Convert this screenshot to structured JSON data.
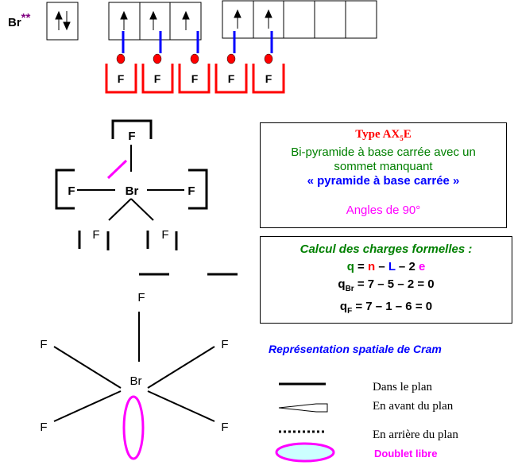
{
  "electron_config": {
    "atom": "Br",
    "charge_mark": "**",
    "ligand_label": "F"
  },
  "type_box": {
    "type": "Type AX5E",
    "type_prefix": "Type AX",
    "type_sub": "5",
    "type_suffix": "E",
    "line1": "Bi-pyramide à base carrée avec un",
    "line2": "sommet manquant",
    "line3": "« pyramide à base carrée »",
    "angles": "Angles de 90°"
  },
  "charges_box": {
    "title": "Calcul des charges formelles :",
    "q": "q",
    "eq": "=",
    "n": "n",
    "minus": "–",
    "L": "L",
    "two": "2",
    "e": "e",
    "qBr_sym": "q",
    "qBr_sub": "Br",
    "qBr_expr": "= 7 – 5 – 2 = 0",
    "qF_sym": "q",
    "qF_sub": "F",
    "qF_expr": "= 7 – 1 – 6 = 0"
  },
  "lewis": {
    "center": "Br",
    "ligand": "F"
  },
  "cram": {
    "title": "Représentation spatiale de Cram",
    "center": "Br",
    "ligand": "F"
  },
  "legend": [
    {
      "label": "Dans le plan"
    },
    {
      "label": "En avant du plan"
    },
    {
      "label": "En arrière du plan"
    },
    {
      "label": "Doublet libre"
    }
  ],
  "colors": {
    "red": "#ff0000",
    "blue": "#0000ff",
    "green": "#008000",
    "magenta": "#ff00ff",
    "purple": "#800080"
  }
}
